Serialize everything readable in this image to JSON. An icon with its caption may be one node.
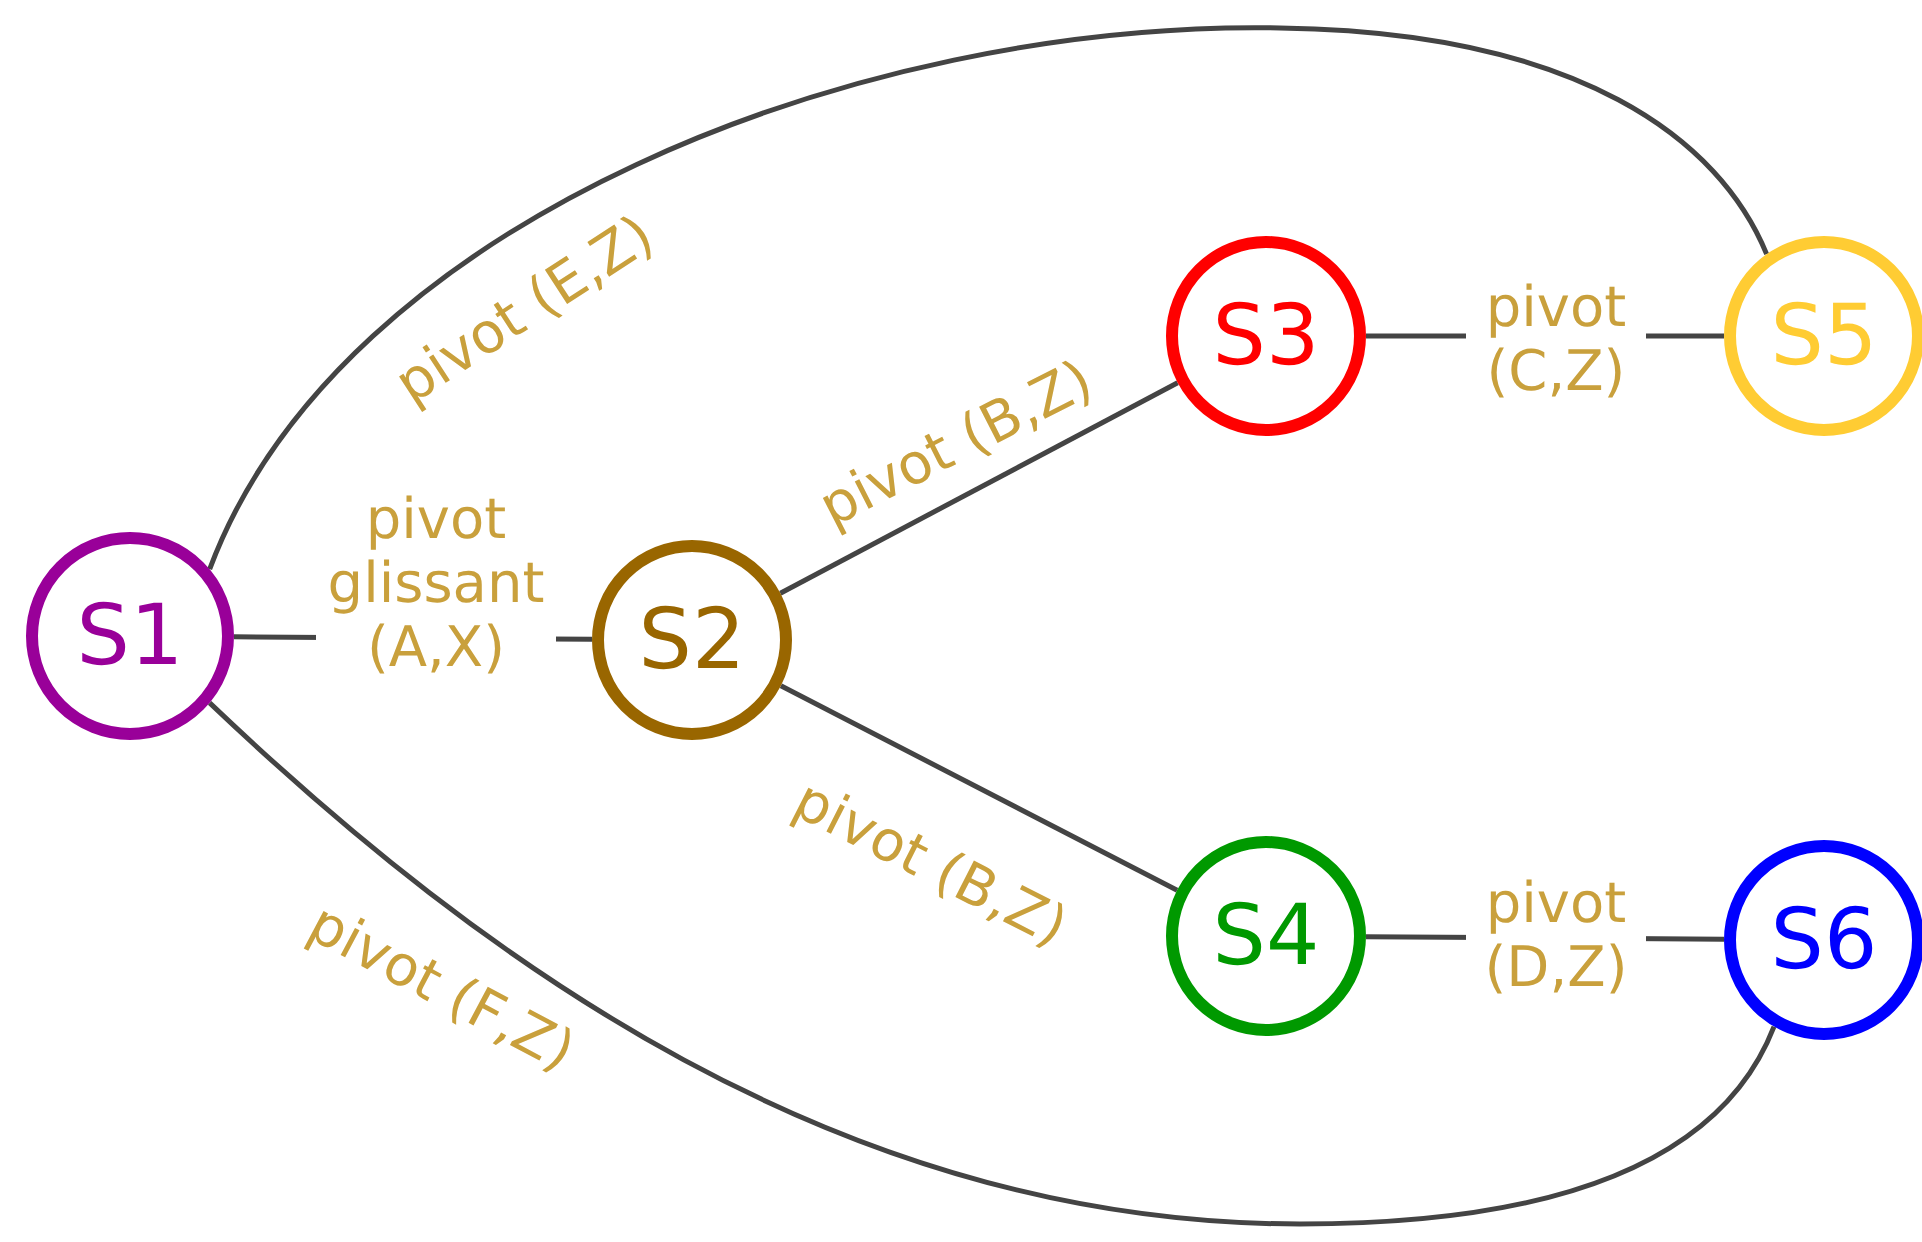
{
  "diagram": {
    "nodes": [
      {
        "text": [
          "S1"
        ]
      },
      {
        "text": [
          "S2"
        ]
      },
      {
        "text": [
          "S3"
        ]
      },
      {
        "text": [
          "S4"
        ]
      },
      {
        "text": [
          "S5"
        ]
      },
      {
        "text": [
          "S6"
        ]
      }
    ],
    "edges": [
      {
        "from": 0,
        "to": 4,
        "arrow": "none",
        "label": "pivot (E,Z)"
      },
      {
        "from": 0,
        "to": 1,
        "arrow": "none",
        "label": "pivot glissant (A,X)"
      },
      {
        "from": 1,
        "to": 2,
        "arrow": "none",
        "label": "pivot (B,Z)"
      },
      {
        "from": 2,
        "to": 4,
        "arrow": "none",
        "label": "pivot (C,Z)"
      },
      {
        "from": 1,
        "to": 3,
        "arrow": "none",
        "label": "pivot (B,Z)"
      },
      {
        "from": 3,
        "to": 5,
        "arrow": "none",
        "label": "pivot (D,Z)"
      },
      {
        "from": 0,
        "to": 5,
        "arrow": "none",
        "label": "pivot (F,Z)"
      }
    ]
  }
}
